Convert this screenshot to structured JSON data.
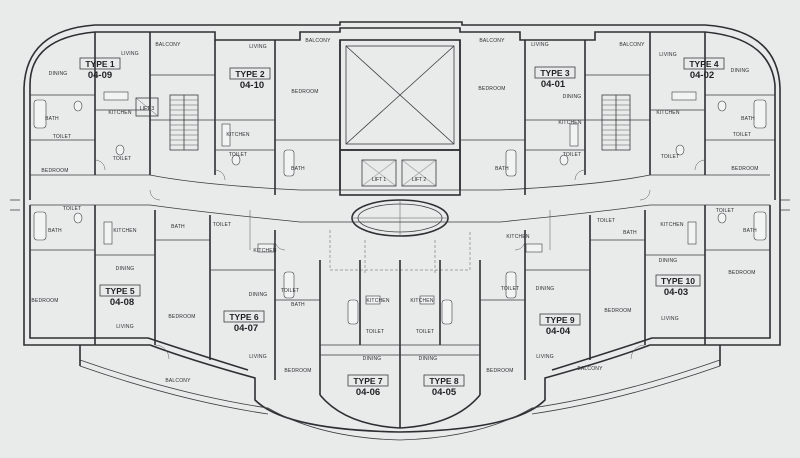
{
  "units": [
    {
      "type": "TYPE 1",
      "number": "04-09"
    },
    {
      "type": "TYPE 2",
      "number": "04-10"
    },
    {
      "type": "TYPE 3",
      "number": "04-01"
    },
    {
      "type": "TYPE 4",
      "number": "04-02"
    },
    {
      "type": "TYPE 5",
      "number": "04-08"
    },
    {
      "type": "TYPE 6",
      "number": "04-07"
    },
    {
      "type": "TYPE 7",
      "number": "04-06"
    },
    {
      "type": "TYPE 8",
      "number": "04-05"
    },
    {
      "type": "TYPE 9",
      "number": "04-04"
    },
    {
      "type": "TYPE 10",
      "number": "04-03"
    }
  ],
  "rooms": {
    "balcony": "BALCONY",
    "living": "LIVING",
    "dining": "DINING",
    "bedroom": "BEDROOM",
    "kitchen": "KITCHEN",
    "bath": "BATH",
    "toilet": "TOILET"
  },
  "lifts": {
    "lift1": "LIFT 1",
    "lift2": "LIFT 2",
    "lift3": "LIFT 3"
  }
}
